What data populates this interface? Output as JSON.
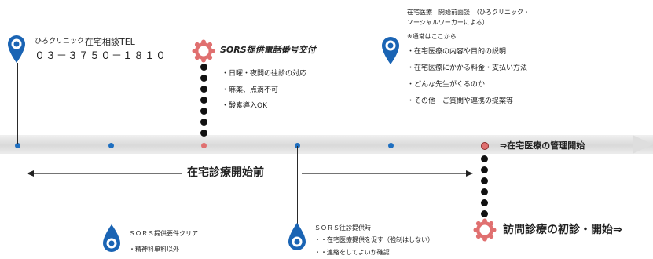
{
  "hiro_clinic": {
    "label": "ひろクリニック",
    "tel_label": "在宅相談TEL",
    "phone": "０３－３７５０－１８１０"
  },
  "sors_phone": {
    "title": "SORS提供電話番号交付",
    "items": [
      "・日曜・夜間の往診の対応",
      "・麻薬、点滴不可",
      "・酸素導入OK"
    ]
  },
  "pre_start_interview": {
    "title_line1": "在宅医療　開始前面談　（ひろクリニック・",
    "title_line2": "ソーシャルワーカーによる）",
    "note": "※通常はここから",
    "items": [
      "・在宅医療の内容や目的の説明",
      "・在宅医療にかかる料金・支払い方法",
      "・どんな先生がくるのか",
      "・その他　ご質問や連携の提案等"
    ]
  },
  "management_start": "⇒在宅医療の管理開始",
  "pre_start_period": "在宅診療開始前",
  "sors_requirement": {
    "title": "ＳＯＲＳ提供要件クリア",
    "item": "・精神科単科以外"
  },
  "sors_visit": {
    "title": "ＳＯＲＳ往診提供時",
    "items": [
      "・・在宅医療提供を促す（強制はしない）",
      "・・連絡をしてよいか確認"
    ]
  },
  "first_visit": "訪問診療の初診・開始⇒",
  "colors": {
    "pin_blue": "#1a64b4",
    "gear_red": "#e07070",
    "band": "#dcdcdc"
  }
}
